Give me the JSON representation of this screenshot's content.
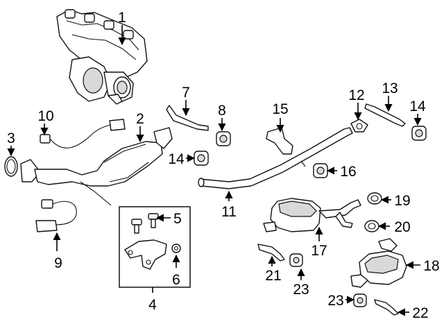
{
  "diagram": {
    "callouts": [
      {
        "id": "c1",
        "label": "1"
      },
      {
        "id": "c2",
        "label": "2"
      },
      {
        "id": "c3",
        "label": "3"
      },
      {
        "id": "c4",
        "label": "4"
      },
      {
        "id": "c5",
        "label": "5"
      },
      {
        "id": "c6",
        "label": "6"
      },
      {
        "id": "c7",
        "label": "7"
      },
      {
        "id": "c8",
        "label": "8"
      },
      {
        "id": "c9",
        "label": "9"
      },
      {
        "id": "c10",
        "label": "10"
      },
      {
        "id": "c11",
        "label": "11"
      },
      {
        "id": "c12",
        "label": "12"
      },
      {
        "id": "c13",
        "label": "13"
      },
      {
        "id": "c14a",
        "label": "14"
      },
      {
        "id": "c14b",
        "label": "14"
      },
      {
        "id": "c15",
        "label": "15"
      },
      {
        "id": "c16",
        "label": "16"
      },
      {
        "id": "c17",
        "label": "17"
      },
      {
        "id": "c18",
        "label": "18"
      },
      {
        "id": "c19",
        "label": "19"
      },
      {
        "id": "c20",
        "label": "20"
      },
      {
        "id": "c21",
        "label": "21"
      },
      {
        "id": "c22",
        "label": "22"
      },
      {
        "id": "c23a",
        "label": "23"
      },
      {
        "id": "c23b",
        "label": "23"
      }
    ]
  }
}
